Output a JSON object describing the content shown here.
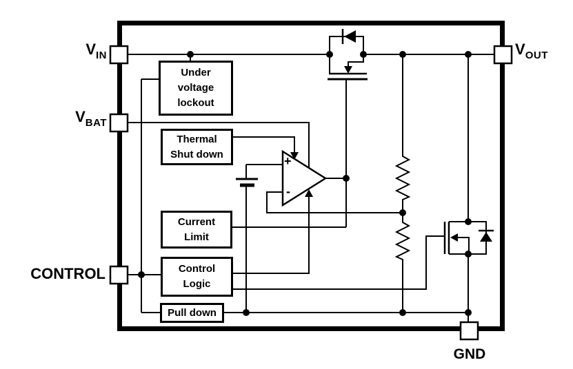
{
  "colors": {
    "ink": "#000000",
    "paper": "#ffffff"
  },
  "pins": [
    {
      "name": "V",
      "sub": "IN"
    },
    {
      "name": "V",
      "sub": "BAT"
    },
    {
      "name": "CONTROL",
      "sub": ""
    },
    {
      "name": "V",
      "sub": "OUT"
    },
    {
      "name": "GND",
      "sub": ""
    }
  ],
  "blocks": [
    {
      "lines": [
        "Under",
        "voltage",
        "lockout"
      ]
    },
    {
      "lines": [
        "Thermal",
        "Shut down"
      ]
    },
    {
      "lines": [
        "Current",
        "Limit"
      ]
    },
    {
      "lines": [
        "Control",
        "Logic"
      ]
    },
    {
      "lines": [
        "Pull down"
      ]
    }
  ],
  "opamp": {
    "plus": "+",
    "minus": "-"
  }
}
